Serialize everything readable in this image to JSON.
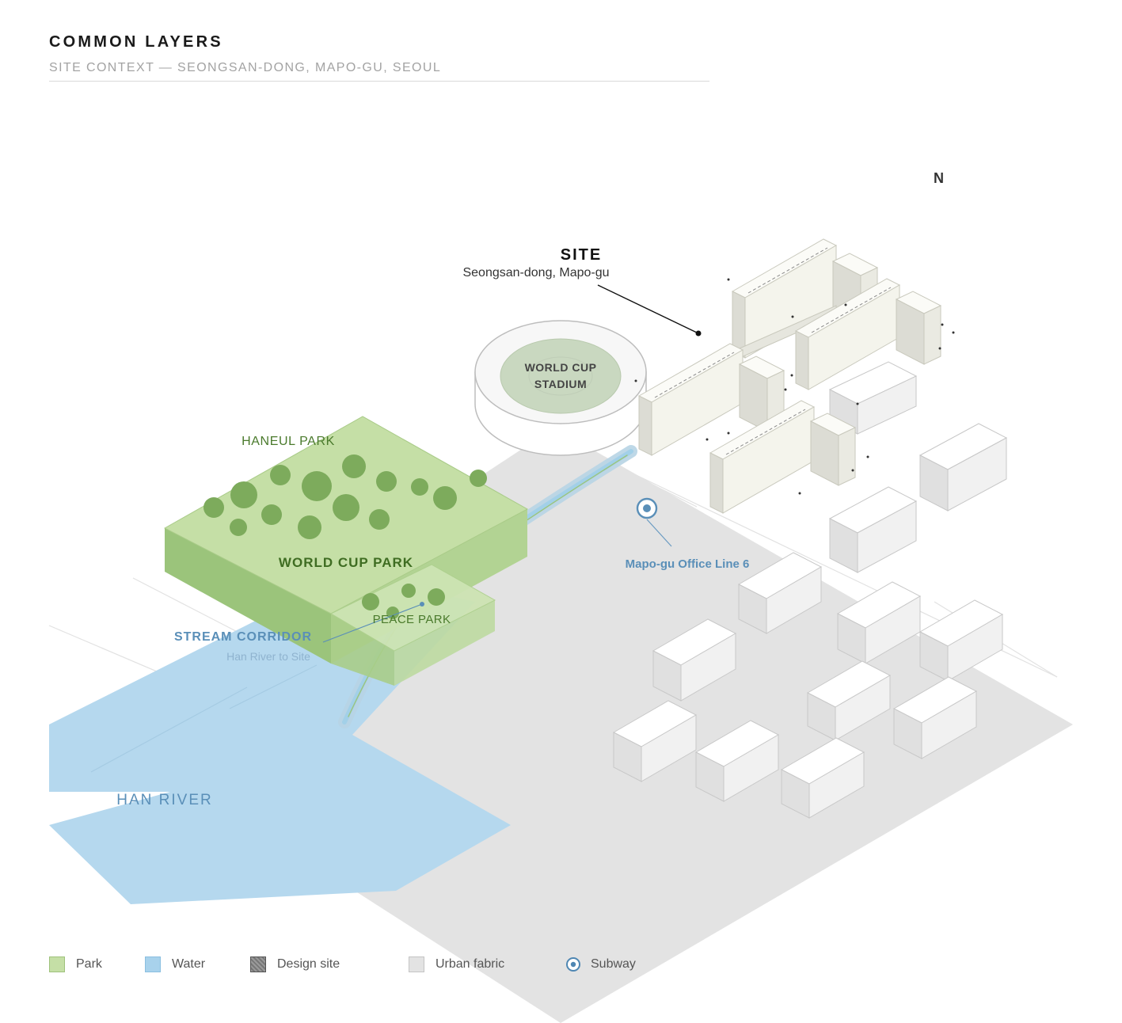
{
  "header": {
    "title": "COMMON LAYERS",
    "subtitle": "SITE CONTEXT — SEONGSAN-DONG, MAPO-GU, SEOUL"
  },
  "north": "N",
  "labels": {
    "site_title": "SITE",
    "site_subtitle": "Seongsan-dong, Mapo-gu",
    "stadium_line1": "WORLD CUP",
    "stadium_line2": "STADIUM",
    "haneul_park": "HANEUL PARK",
    "world_cup_park": "WORLD CUP PARK",
    "peace_park": "PEACE PARK",
    "stream_corridor": "STREAM CORRIDOR",
    "stream_corridor_sub": "Han River to Site",
    "han_river": "HAN RIVER",
    "subway_station": "Mapo-gu Office Line 6"
  },
  "legend": [
    {
      "label": "Park",
      "color": "#c5dfa6",
      "border": "#9fc27c"
    },
    {
      "label": "Water",
      "color": "#a8d2ec",
      "border": "#8bbfe0"
    },
    {
      "label": "Design site",
      "color": "#8c8c8c",
      "border": "#555555"
    },
    {
      "label": "Urban fabric",
      "color": "#e3e3e3",
      "border": "#c4c4c4"
    },
    {
      "label": "Subway",
      "color": "#4f87b3",
      "border": "#4f87b3"
    }
  ],
  "colors": {
    "park": "#c5dfa6",
    "park_dark": "#9bc47b",
    "tree": "#7dab5c",
    "water": "#b5d8ee",
    "urban": "#e3e3e3",
    "building_top": "#ffffff",
    "building_left": "#e1e1e1",
    "building_right": "#f0f0f0",
    "accent_blue": "#5a8fb8",
    "park_text": "#4a7a2c"
  }
}
